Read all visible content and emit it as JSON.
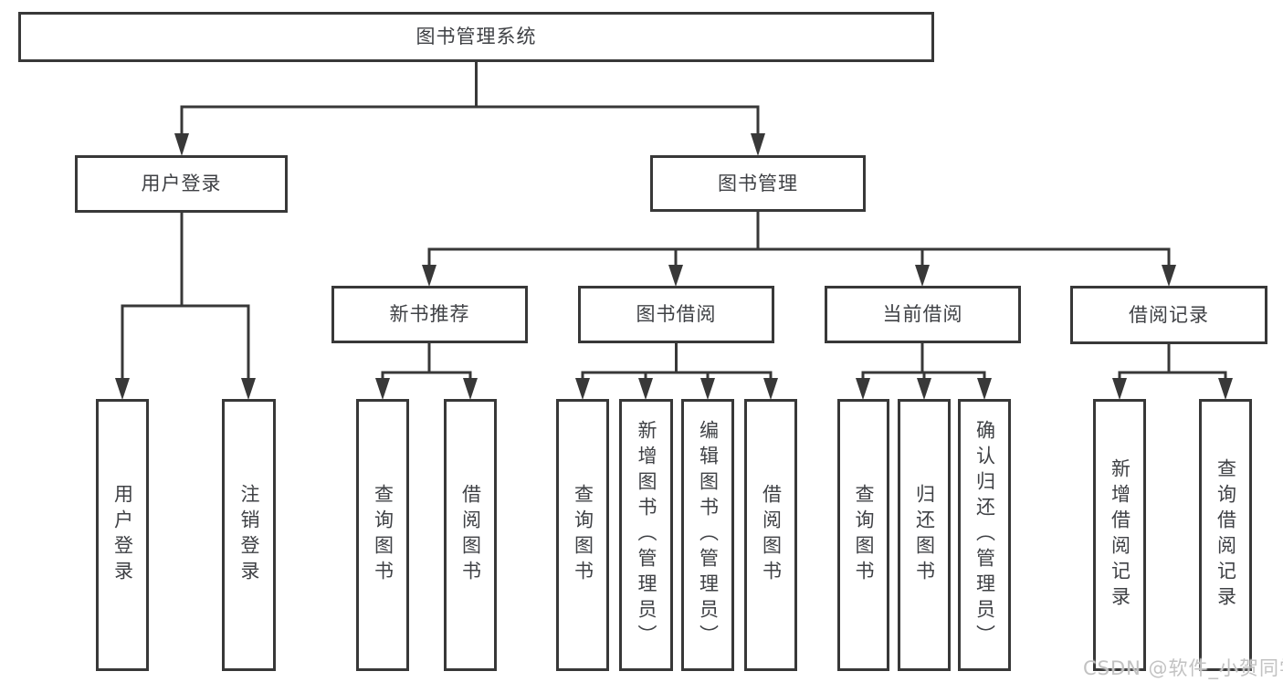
{
  "tree": {
    "root": "图书管理系统",
    "branches": [
      {
        "label": "用户登录",
        "leaves": [
          "用户登录",
          "注销登录"
        ]
      },
      {
        "label": "图书管理",
        "groups": [
          {
            "label": "新书推荐",
            "leaves": [
              "查询图书",
              "借阅图书"
            ]
          },
          {
            "label": "图书借阅",
            "leaves": [
              "查询图书",
              "新增图书（管理员）",
              "编辑图书（管理员）",
              "借阅图书"
            ]
          },
          {
            "label": "当前借阅",
            "leaves": [
              "查询图书",
              "归还图书",
              "确认归还（管理员）"
            ]
          },
          {
            "label": "借阅记录",
            "leaves": [
              "新增借阅记录",
              "查询借阅记录"
            ]
          }
        ]
      }
    ]
  },
  "watermark": {
    "text": "CSDN @软件_小贺同学",
    "color": "#c2c2c2"
  },
  "colors": {
    "line": "#383838",
    "box_border": "#383838",
    "text": "#3f4145",
    "background": "#ffffff"
  }
}
